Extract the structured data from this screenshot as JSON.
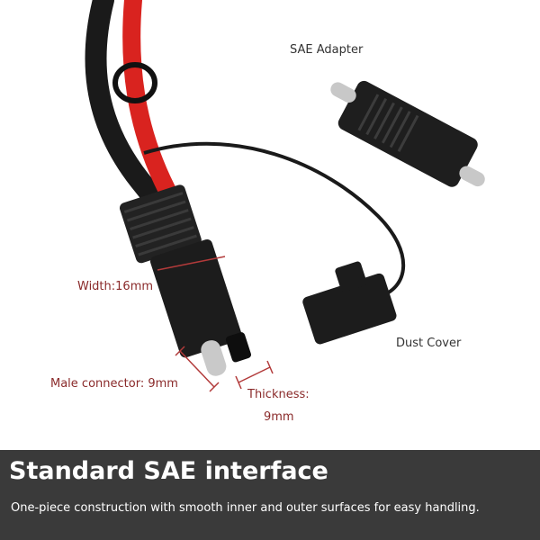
{
  "labels": {
    "sae_adapter": "SAE Adapter",
    "width": "Width:16mm",
    "dust_cover": "Dust Cover",
    "male_connector": "Male connector: 9mm",
    "thickness": "Thickness:",
    "thickness_value": "9mm"
  },
  "banner": {
    "title": "Standard SAE interface",
    "subtitle": "One-piece construction with smooth inner and outer surfaces for easy handling."
  },
  "colors": {
    "banner_background": "#3a3a3a",
    "annotation_red": "#8a2a2a",
    "cable_red": "#d9231f",
    "connector_black": "#1c1c1c"
  }
}
